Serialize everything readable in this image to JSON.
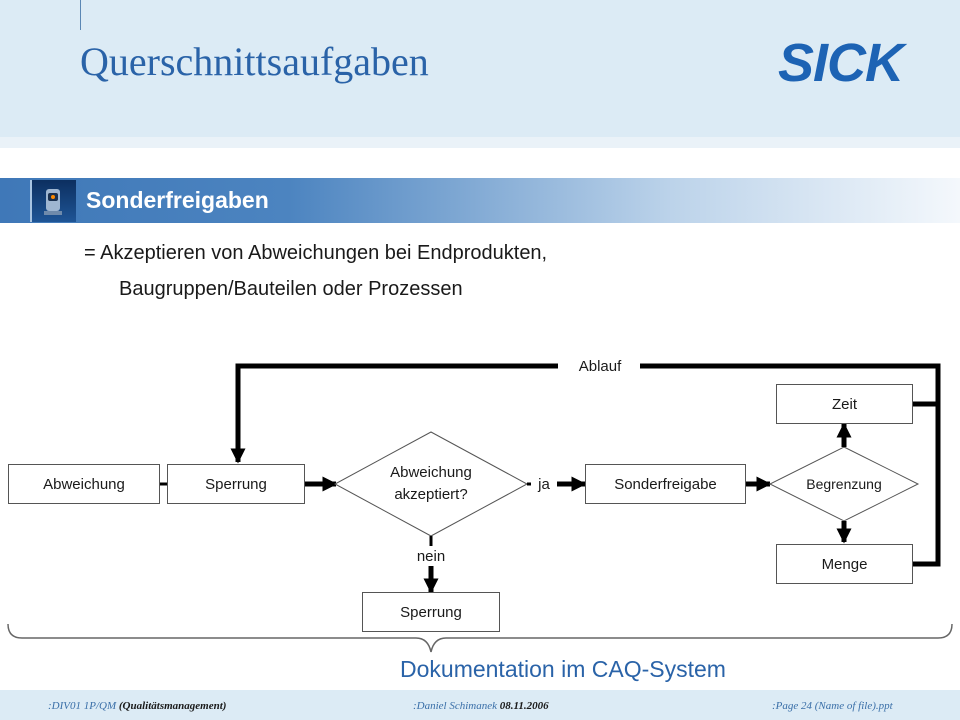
{
  "header": {
    "title": "Querschnittsaufgaben",
    "logo": "SICK"
  },
  "section": {
    "title": "Sonderfreigaben"
  },
  "body": {
    "line1": "= Akzeptieren von Abweichungen bei Endprodukten,",
    "line2": "Baugruppen/Bauteilen oder Prozessen"
  },
  "flow": {
    "abweichung": "Abweichung",
    "sperrung1": "Sperrung",
    "decision_line1": "Abweichung",
    "decision_line2": "akzeptiert?",
    "ja": "ja",
    "nein": "nein",
    "sonderfreigabe": "Sonderfreigabe",
    "begrenzung": "Begrenzung",
    "zeit": "Zeit",
    "menge": "Menge",
    "sperrung2": "Sperrung",
    "ablauf": "Ablauf"
  },
  "documentation": "Dokumentation im CAQ-System",
  "footer": {
    "left_a": ":DIV01 1P/QM",
    "left_b": "(Qualitätsmanagement)",
    "mid_a": ":Daniel Schimanek",
    "mid_b": "08.11.2006",
    "right": ":Page 24  (Name of file).ppt"
  },
  "colors": {
    "accent": "#2a63a8",
    "header_bg": "#dcebf5",
    "logo": "#1d63b4"
  }
}
